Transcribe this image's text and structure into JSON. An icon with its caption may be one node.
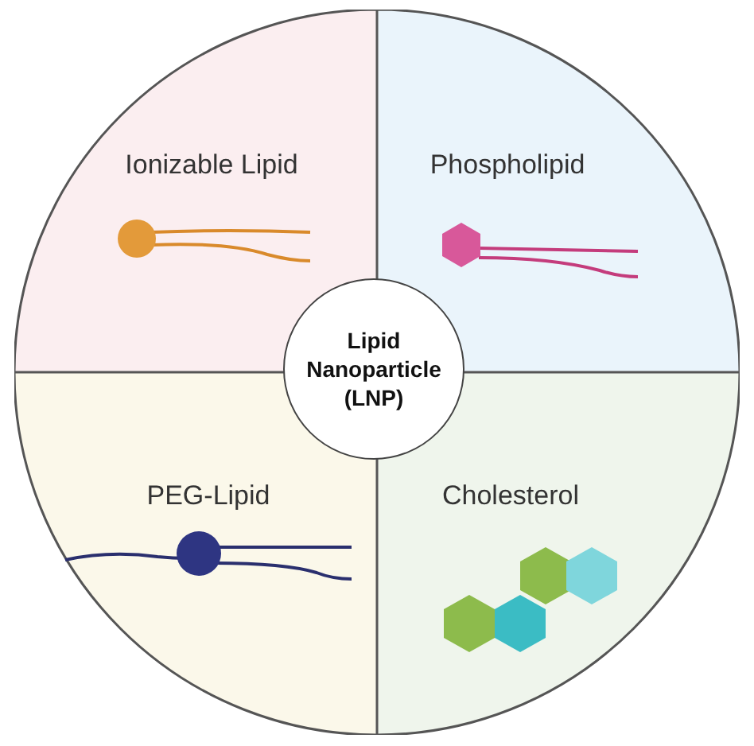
{
  "diagram": {
    "nodes": [
      {
        "text": [
          "Ionizable Lipid"
        ]
      },
      {
        "text": [
          "Phospholipid"
        ]
      },
      {
        "text": [
          "PEG-Lipid"
        ]
      },
      {
        "text": [
          "Cholesterol"
        ]
      },
      {
        "text": [
          "Lipid Nanoparticle (LNP)"
        ]
      }
    ],
    "edges": []
  }
}
